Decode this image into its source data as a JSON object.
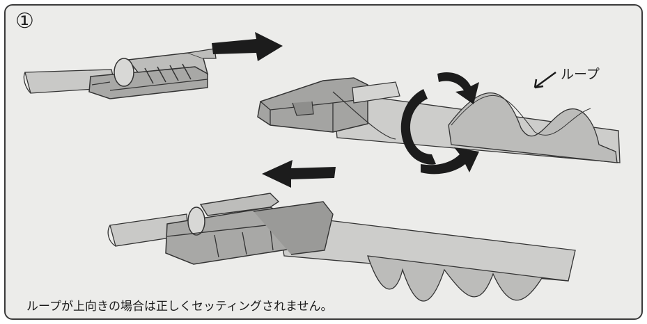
{
  "step_marker": "①",
  "loop_label": "ループ",
  "caption": "ループが上向きの場合は正しくセッティングされません。"
}
